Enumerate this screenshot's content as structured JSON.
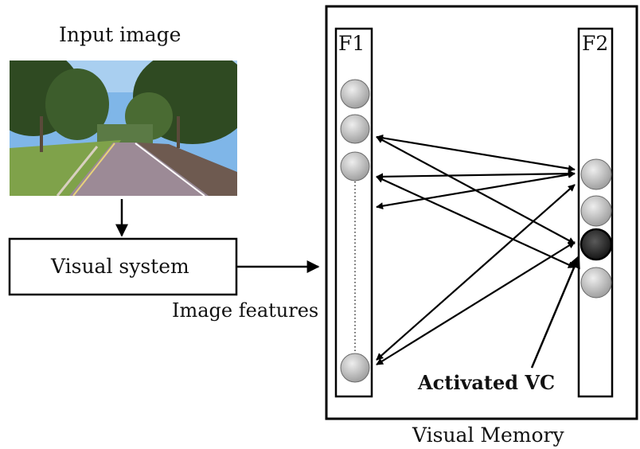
{
  "input_label": "Input image",
  "visual_system_label": "Visual system",
  "image_features_label": "Image features",
  "f1_label": "F1",
  "f2_label": "F2",
  "activated_label": "Activated VC",
  "memory_label": "Visual Memory",
  "colors": {
    "stroke": "#000000",
    "node_fill": "#c8c8c8",
    "node_active": "#1e1e1e",
    "sky": "#7fb6e8",
    "road": "#9c8a96",
    "grass": "#7fa24a",
    "trees": "#2f4a22"
  }
}
